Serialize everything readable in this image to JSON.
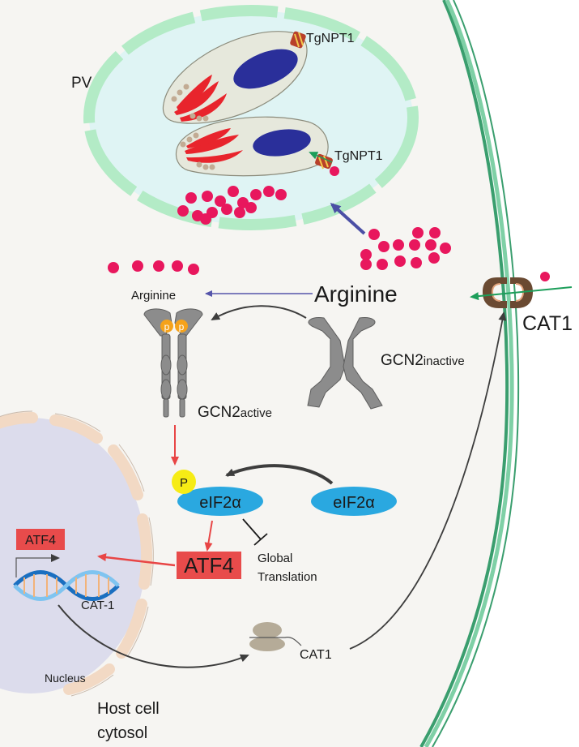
{
  "labels": {
    "pv": "PV",
    "tgnpt1_top": "TgNPT1",
    "tgnpt1_bottom": "TgNPT1",
    "arginine_small": "Arginine",
    "arginine_large": "Arginine",
    "cat1_transporter": "CAT1",
    "gcn2_inactive_main": "GCN2",
    "gcn2_inactive_sub": "inactive",
    "gcn2_active_main": "GCN2",
    "gcn2_active_sub": "active",
    "phospho_p": "p",
    "phospho_P": "P",
    "eif2a_phospho": "eIF2α",
    "eif2a_free": "eIF2α",
    "atf4_cytosol": "ATF4",
    "atf4_nucleus": "ATF4",
    "global_translation_1": "Global",
    "global_translation_2": "Translation",
    "cat1_gene": "CAT-1",
    "cat1_ribosome": "CAT1",
    "nucleus": "Nucleus",
    "host_cytosol_1": "Host cell",
    "host_cytosol_2": "cytosol"
  },
  "colors": {
    "arginine": "#e8175d",
    "pv_membrane": "#a8e6be",
    "pv_lumen": "#d9f2f2",
    "parasite_body": "#e3e6d8",
    "nucleus_parasite": "#2a2f9a",
    "rhoptry": "#e8242c",
    "eif2a": "#2aa8e0",
    "atf4": "#e84b4b",
    "gcn2": "#8c8c8c",
    "phospho": "#f5a21b",
    "host_membrane": "#3a9e6e",
    "host_cytosol": "#f6f5f2",
    "nucleus_host": "#d9d9ea"
  }
}
